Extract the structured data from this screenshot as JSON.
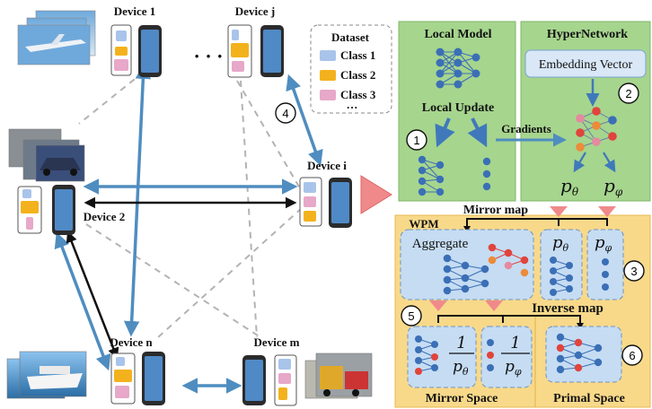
{
  "devices": {
    "d1": "Device 1",
    "dj": "Device j",
    "di": "Device i",
    "d2": "Device 2",
    "dn": "Device n",
    "dm": "Device m",
    "ellipsis": "· · ·"
  },
  "legend": {
    "title": "Dataset",
    "items": [
      {
        "label": "Class 1",
        "color": "#a9c4ea"
      },
      {
        "label": "Class 2",
        "color": "#f3b21d"
      },
      {
        "label": "Class 3",
        "color": "#e7a8c9"
      }
    ],
    "more": "···"
  },
  "steps": {
    "s1": "1",
    "s2": "2",
    "s3": "3",
    "s4": "4",
    "s5": "5",
    "s6": "6"
  },
  "local": {
    "title": "Local Model",
    "update": "Local Update",
    "gradients": "Gradients"
  },
  "hyper": {
    "title": "HyperNetwork",
    "embedding": "Embedding Vector",
    "p_theta": "p",
    "p_theta_sub": "θ",
    "p_phi": "p",
    "p_phi_sub": "φ"
  },
  "bottom": {
    "mirror_map": "Mirror map",
    "wpm": "WPM",
    "aggregate": "Aggregate",
    "inverse_map": "Inverse map",
    "mirror_space": "Mirror Space",
    "primal_space": "Primal Space",
    "p_theta": "p",
    "p_theta_sub": "θ",
    "p_phi": "p",
    "p_phi_sub": "φ",
    "frac1_num": "1",
    "frac1_den": "p",
    "frac1_sub": "θ",
    "frac2_num": "1",
    "frac2_den": "p",
    "frac2_sub": "φ"
  },
  "colors": {
    "arrow_blue": "#4f8dc0",
    "green_panel": "#a6d58e",
    "yellow_panel": "#f8d98a",
    "node_blue": "#3b6fb6",
    "node_red": "#e0443c",
    "node_orange": "#ec8b3a",
    "node_pink": "#e58aa0"
  }
}
